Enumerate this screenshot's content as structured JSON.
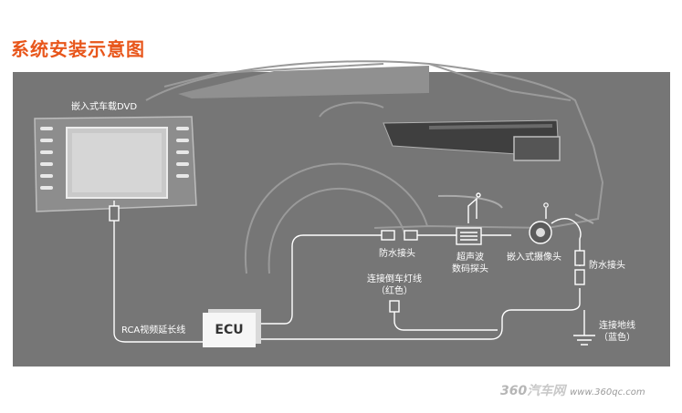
{
  "title": "系统安装示意图",
  "labels": {
    "dvd": "嵌入式车载DVD",
    "waterproof_left": "防水接头",
    "ultrasonic_line1": "超声波",
    "ultrasonic_line2": "数码探头",
    "camera": "嵌入式摄像头",
    "waterproof_right": "防水接头",
    "reverse_line1": "连接倒车灯线",
    "reverse_line2": "（红色）",
    "ground_line1": "连接地线",
    "ground_line2": "（蓝色）",
    "rca": "RCA视频延长线",
    "ecu": "ECU"
  },
  "watermark": {
    "brand_num": "360",
    "brand_text": "汽车网",
    "url": "www.360qc.com"
  }
}
